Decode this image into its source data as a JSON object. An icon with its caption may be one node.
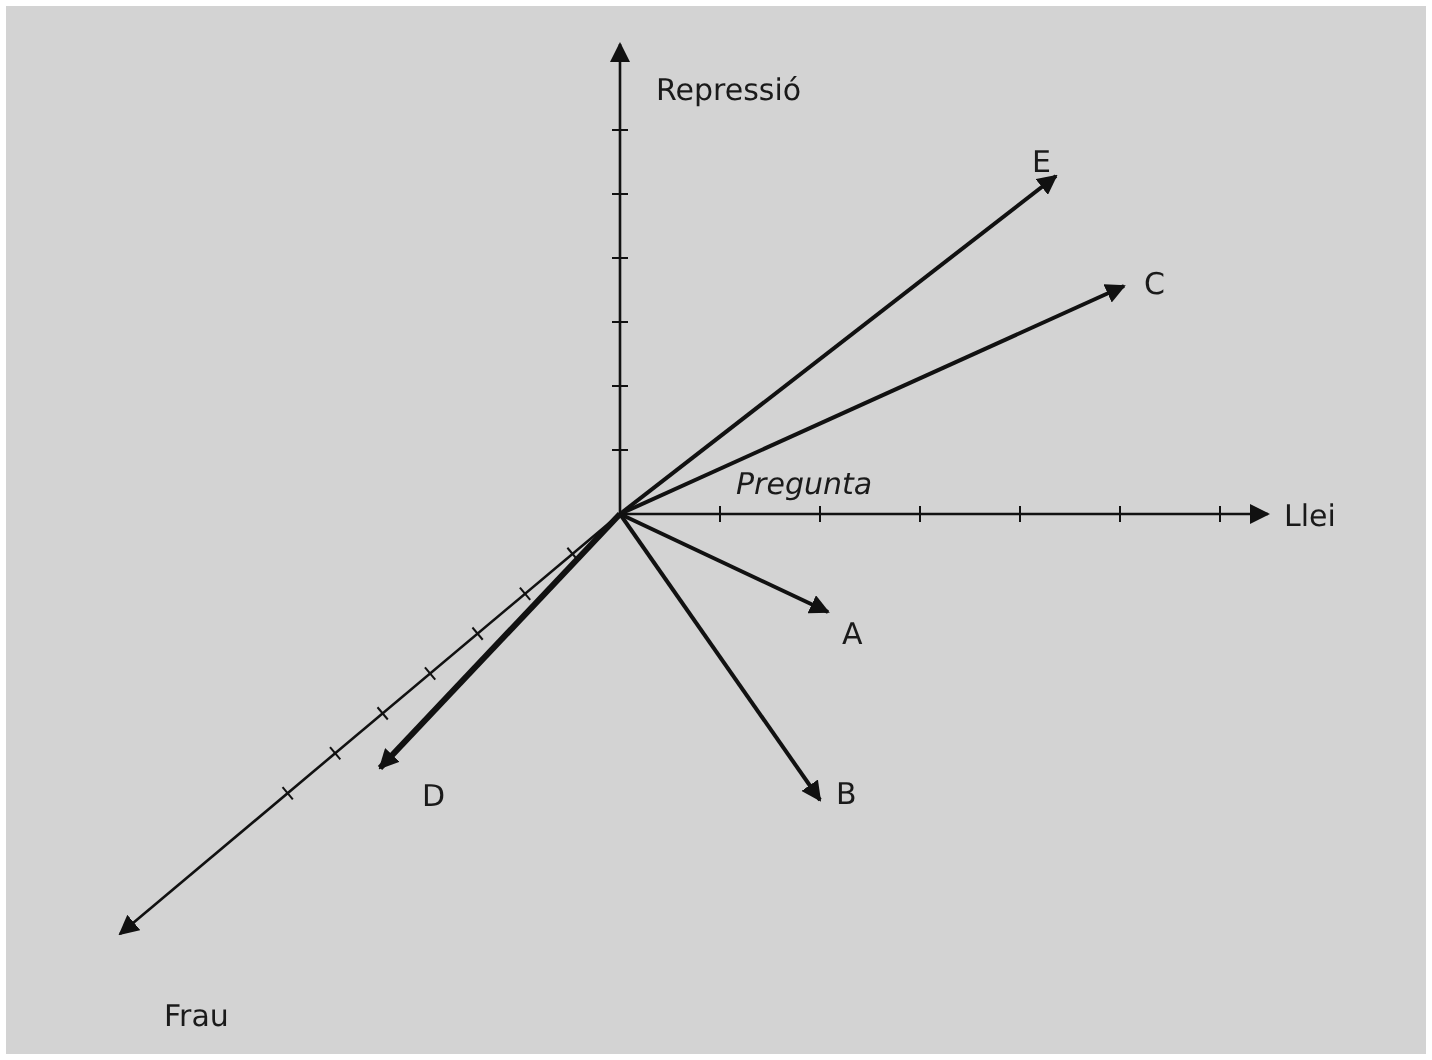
{
  "diagram": {
    "labels": [
      "Repressió",
      "E",
      "C",
      "Pregunta",
      "Llei",
      "A",
      "B",
      "D",
      "Frau"
    ]
  }
}
